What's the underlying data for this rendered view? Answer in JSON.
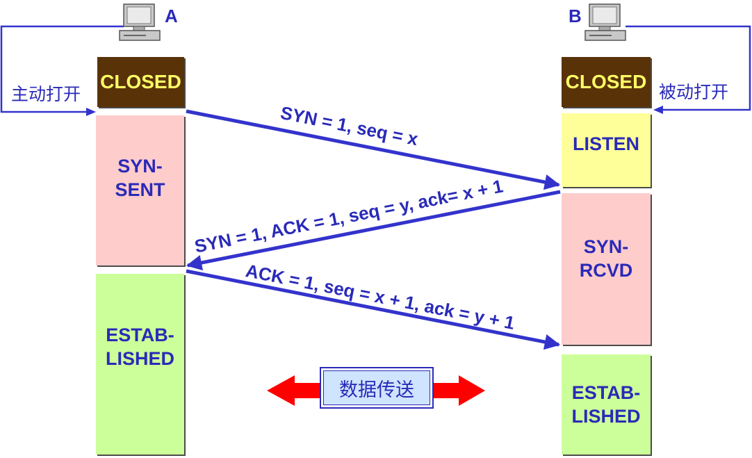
{
  "hosts": {
    "a": {
      "name": "A",
      "action": "主动打开"
    },
    "b": {
      "name": "B",
      "action": "被动打开"
    }
  },
  "states_a": {
    "closed": "CLOSED",
    "syn_sent": "SYN-\nSENT",
    "established": "ESTAB-\nLISHED"
  },
  "states_b": {
    "closed": "CLOSED",
    "listen": "LISTEN",
    "syn_rcvd": "SYN-\nRCVD",
    "established": "ESTAB-\nLISHED"
  },
  "messages": {
    "syn": "SYN = 1, seq = x",
    "syn_ack": "SYN = 1, ACK = 1, seq = y, ack= x + 1",
    "ack": "ACK = 1, seq = x + 1, ack = y + 1"
  },
  "data_transfer": "数据传送",
  "colors": {
    "text_blue": "#2a2ab8",
    "arrow_blue": "#3333cc",
    "closed_bg": "#5a3208",
    "closed_text": "#ffff66",
    "syn_bg": "#ffcccc",
    "established_bg": "#ccff99",
    "listen_bg": "#ffff99",
    "data_arrow_red": "#ff0000"
  }
}
